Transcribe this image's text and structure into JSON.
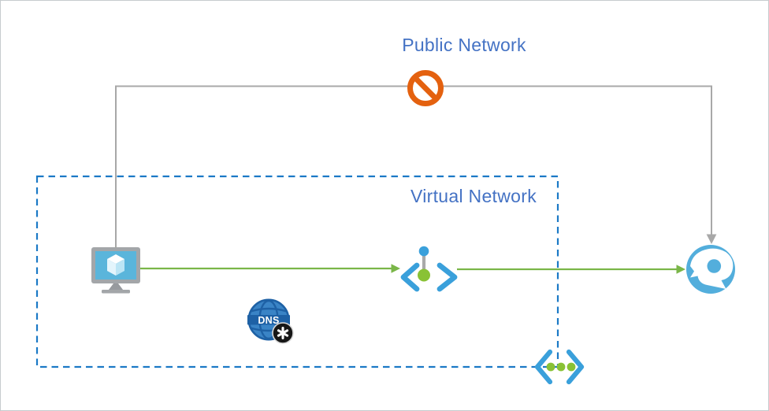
{
  "labels": {
    "public_network": "Public Network",
    "virtual_network": "Virtual Network"
  },
  "dns_badge": {
    "text": "DNS",
    "symbol": "asterisk"
  },
  "icons": {
    "vm": "virtual-machine",
    "dns": "dns-private-zone",
    "private_endpoint": "private-endpoint",
    "private_link": "private-link",
    "resource": "azure-resource",
    "blocked": "no-public-access"
  },
  "colors": {
    "label_blue": "#4472C4",
    "vnet_border_blue": "#1B79C6",
    "connector_gray": "#A8A8A8",
    "connector_green": "#7AB648",
    "dot_green": "#89C235",
    "blocked_orange": "#E4610F",
    "bracket_blue": "#3AA0DB",
    "resource_blue": "#53AEDC",
    "screen_blue": "#5AB5DB",
    "monitor_gray": "#A3A6A9",
    "dns_globe_blue": "#3A84C6",
    "dns_detail_blue": "#1E61A5",
    "badge_black": "#171717"
  }
}
